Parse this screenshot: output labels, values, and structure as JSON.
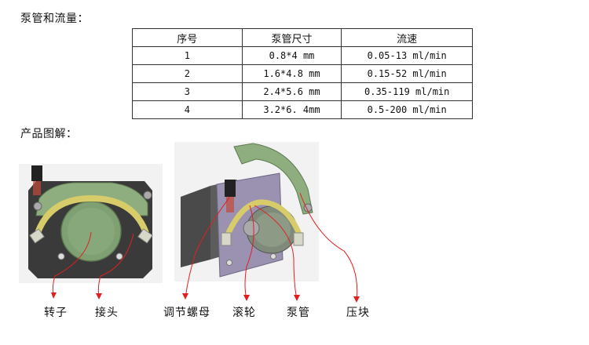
{
  "section_pump_flow": "泵管和流量：",
  "section_diagram": "产品图解：",
  "table": {
    "headers": [
      "序号",
      "泵管尺寸",
      "流速"
    ],
    "rows": [
      [
        "1",
        "0.8*4 mm",
        "0.05-13 ml/min"
      ],
      [
        "2",
        "1.6*4.8 mm",
        "0.15-52 ml/min"
      ],
      [
        "3",
        "2.4*5.6 mm",
        "0.35-119 ml/min"
      ],
      [
        "4",
        "3.2*6. 4mm",
        "0.5-200 ml/min"
      ]
    ]
  },
  "labels": {
    "rotor": "转子",
    "joint": "接头",
    "adjusting_nut": "调节螺母",
    "roller": "滚轮",
    "pump_tube": "泵管",
    "pressure_block": "压块"
  },
  "colors": {
    "callout_line": "#e02020",
    "pump_green": "#8fae7f",
    "tube_yellow": "#d8cc6a",
    "motor_body": "#4a4a4a"
  }
}
